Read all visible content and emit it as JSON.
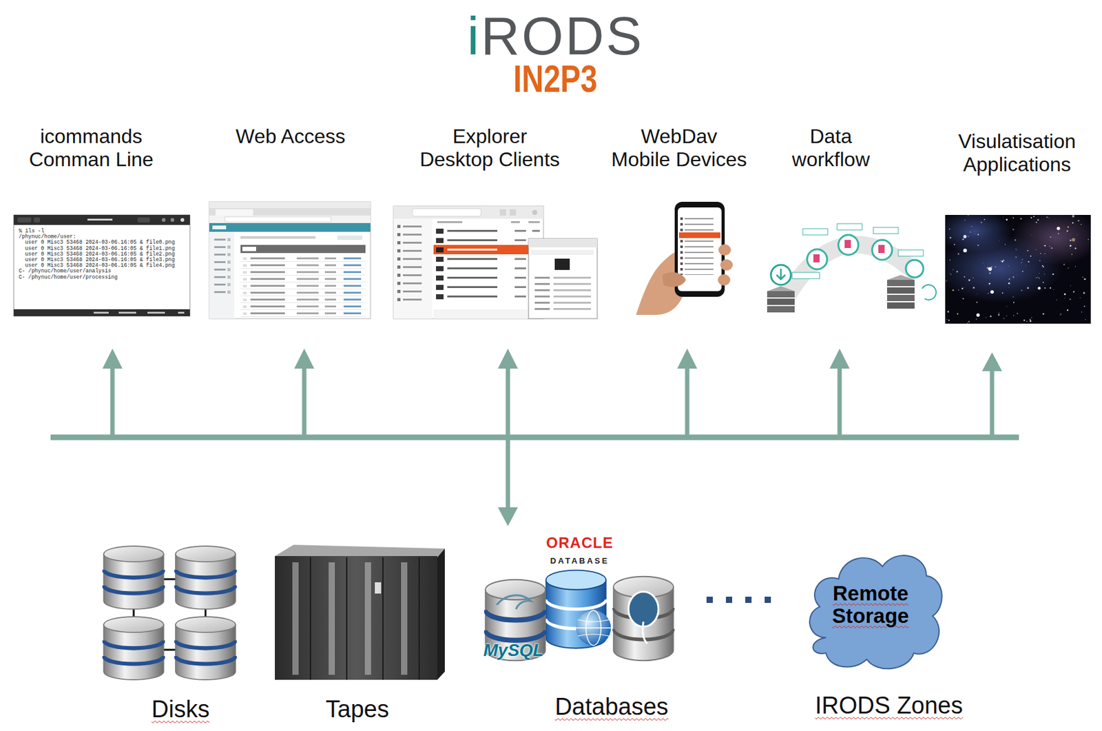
{
  "diagram": {
    "title": "iRODS",
    "nodes": [
      {
        "text": [
          "icommands Comman Line",
          "% ils -l",
          "/phynuc/home/user:",
          "user 0 Misc3 53468 2024-03-06.16:05 & file0.png",
          "user 0 Misc3 53468 2024-03-06.16:05 & file1.png",
          "user 0 Misc3 53468 2024-03-06.16:05 & file2.png",
          "user 0 Misc3 53468 2024-03-06.16:05 & file3.png",
          "user 0 Misc3 53468 2024-03-06.16:05 & file4.png",
          "C- /phynuc/home/user/analysis",
          "C- /phynuc/home/user/processing"
        ]
      },
      {
        "text": [
          "Web Access"
        ]
      },
      {
        "text": [
          "Explorer Desktop Clients"
        ]
      },
      {
        "text": [
          "WebDav Mobile Devices"
        ]
      },
      {
        "text": [
          "Data workflow"
        ]
      },
      {
        "text": [
          "Visulatisation Applications"
        ]
      },
      {
        "text": [
          "Disks"
        ]
      },
      {
        "text": [
          "Tapes"
        ]
      },
      {
        "text": [
          "Databases"
        ]
      },
      {
        "text": [
          "Remote Storage",
          "IRODS Zones"
        ]
      }
    ],
    "labels": [
      "IN2P3",
      "ORACLE",
      "DATABASE",
      "MySQL"
    ]
  }
}
